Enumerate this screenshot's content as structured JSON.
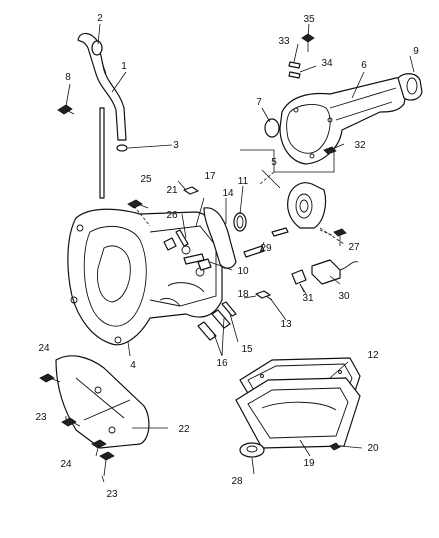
{
  "diagram": {
    "callouts": [
      "1",
      "2",
      "3",
      "4",
      "5",
      "6",
      "7",
      "8",
      "9",
      "10",
      "11",
      "12",
      "13",
      "14",
      "15",
      "16",
      "17",
      "18",
      "19",
      "20",
      "21",
      "22",
      "23",
      "23",
      "24",
      "24",
      "25",
      "26",
      "27",
      "28",
      "29",
      "30",
      "31",
      "32",
      "33",
      "34",
      "35"
    ]
  }
}
